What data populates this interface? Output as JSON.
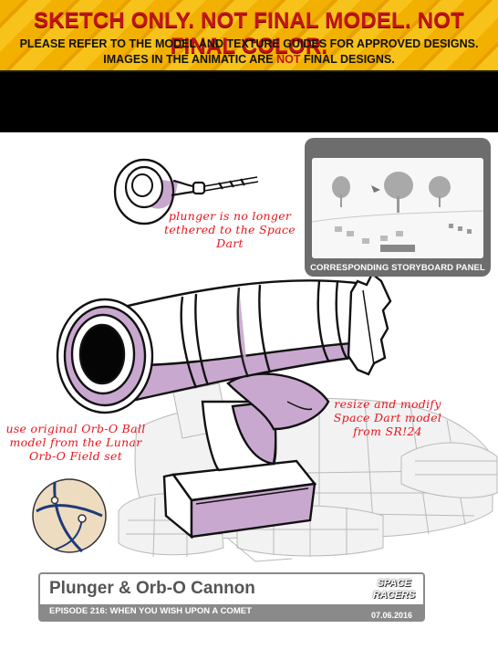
{
  "banner": {
    "line1": "SKETCH ONLY.   NOT FINAL MODEL.   NOT FINAL COLOR.",
    "line2": "PLEASE REFER TO THE MODEL AND TEXTURE GUIDES FOR APPROVED DESIGNS.",
    "line3_pre": "IMAGES IN THE ANIMATIC ARE ",
    "line3_red": "NOT",
    "line3_post": " FINAL DESIGNS."
  },
  "storyboard": {
    "caption": "CORRESPONDING STORYBOARD PANEL"
  },
  "notes": {
    "plunger": [
      "plunger is no longer",
      "tethered to the Space",
      "Dart"
    ],
    "dart": [
      "resize and modify",
      "Space Dart model",
      "from SR!24"
    ],
    "orb": [
      "use original Orb-O Ball",
      "model from the Lunar",
      "Orb-O Field set"
    ]
  },
  "title_block": {
    "title": "Plunger & Orb-O Cannon",
    "episode": "EPISODE 216: WHEN YOU WISH UPON A COMET",
    "logo_line1": "SPACE",
    "logo_line2": "RACERS",
    "date": "07.06.2016"
  },
  "colors": {
    "banner_yellow": "#f2b000",
    "warning_red": "#c0141b",
    "note_red": "#e8141c",
    "cannon_purple": "#c9a8cf",
    "panel_gray": "#6d6d6d"
  }
}
